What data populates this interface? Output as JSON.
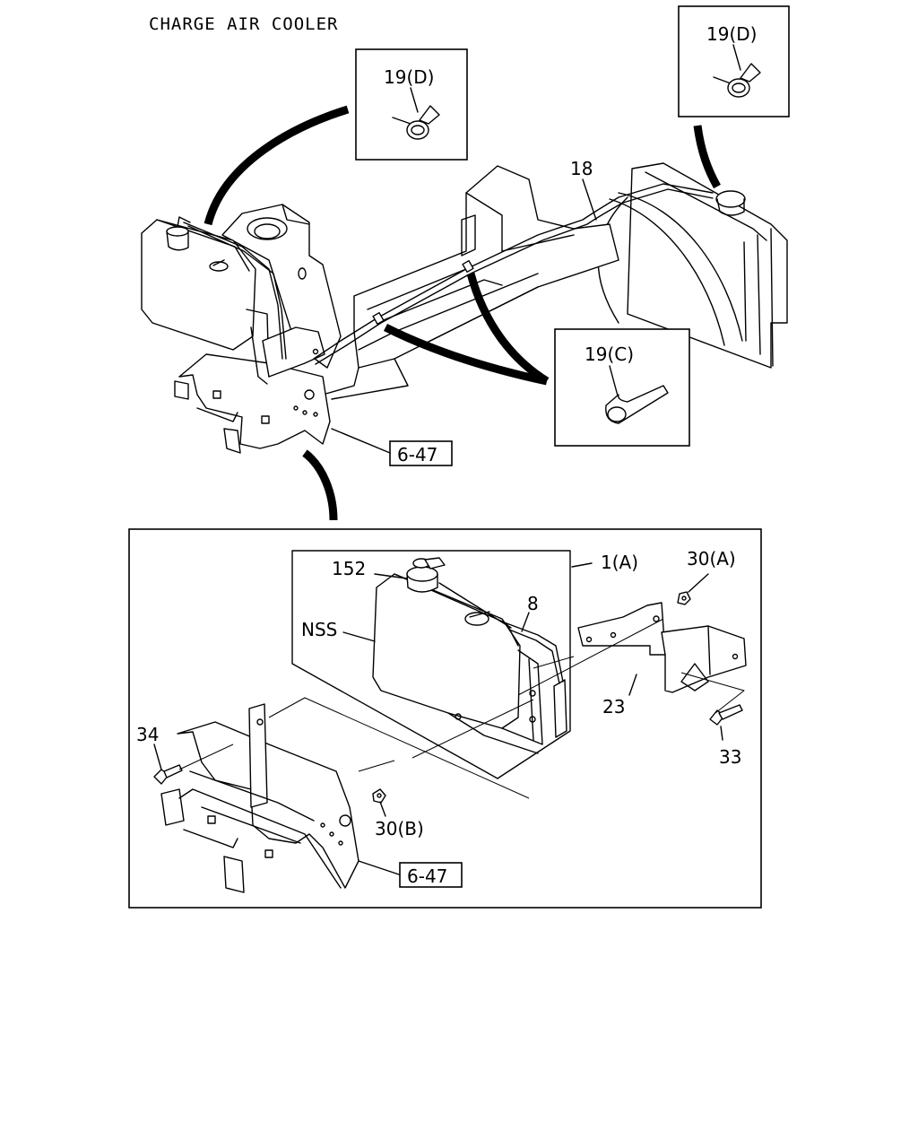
{
  "title": "CHARGE AIR COOLER",
  "callouts": {
    "hose_clamp_d_left": "19(D)",
    "hose_clamp_d_right": "19(D)",
    "clip_c": "19(C)",
    "hose_18": "18",
    "ref_upper": "6-47",
    "ref_lower": "6-47",
    "cap_152": "152",
    "tank_1a": "1(A)",
    "hose_8": "8",
    "nss": "NSS",
    "nut_30a": "30(A)",
    "bracket_23": "23",
    "bolt_33": "33",
    "bolt_34": "34",
    "nut_30b": "30(B)"
  }
}
